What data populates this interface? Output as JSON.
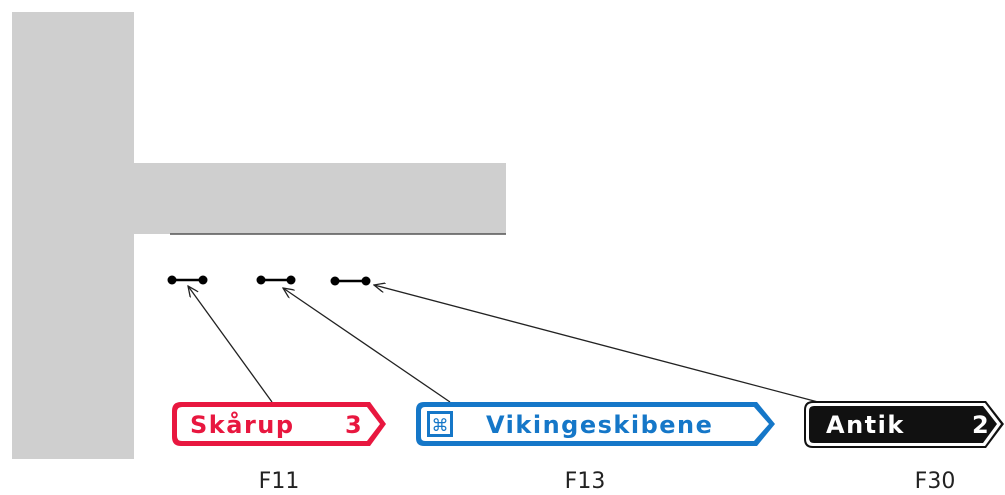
{
  "colors": {
    "road": "#cfcfcf",
    "red_sign": "#e8173f",
    "blue_sign": "#1577c8",
    "black_sign": "#111111",
    "marker": "#000000"
  },
  "signs": [
    {
      "text": "Skårup",
      "number": "3",
      "code": "F11",
      "style": "red-outline"
    },
    {
      "text": "Vikingeskibene",
      "icon": "viking-ship-symbol-icon",
      "code": "F13",
      "style": "blue-outline"
    },
    {
      "text": "Antik",
      "number": "2",
      "code": "F30",
      "style": "black-fill"
    }
  ]
}
